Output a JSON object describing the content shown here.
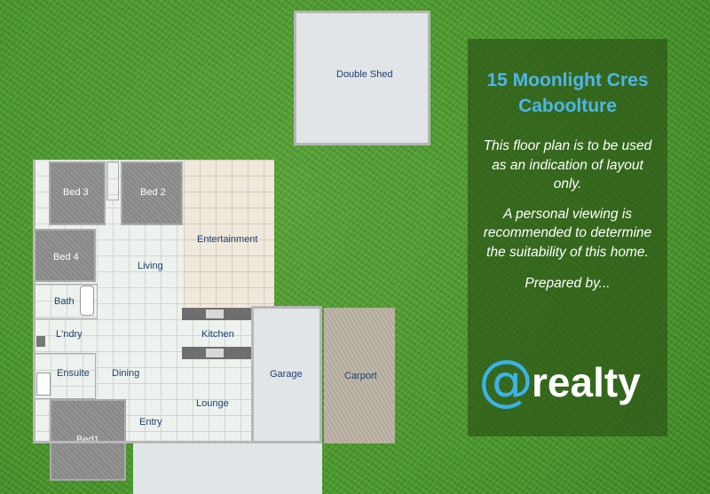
{
  "property": {
    "address_line1": "15 Moonlight Cres",
    "address_line2": "Caboolture"
  },
  "disclaimer": {
    "line1": "This floor plan is to be used as an indication of layout only.",
    "line2": "A personal viewing is recommended to determine the suitability of this home.",
    "prepared_by": "Prepared by..."
  },
  "brand": {
    "at_symbol": "@",
    "name": "realty",
    "accent_color": "#3cb2e8"
  },
  "rooms": {
    "double_shed": "Double Shed",
    "bed3": "Bed 3",
    "bed2": "Bed 2",
    "entertainment": "Entertainment",
    "bed4": "Bed 4",
    "living": "Living",
    "bath": "Bath",
    "laundry": "L'ndry",
    "kitchen": "Kitchen",
    "ensuite": "Ensuite",
    "dining": "Dining",
    "garage": "Garage",
    "carport": "Carport",
    "lounge": "Lounge",
    "entry": "Entry",
    "bed1": "Bed1"
  },
  "colors": {
    "lawn": "#4a9a2b",
    "room_label": "#1c3f6e",
    "panel": "#2c5616"
  }
}
